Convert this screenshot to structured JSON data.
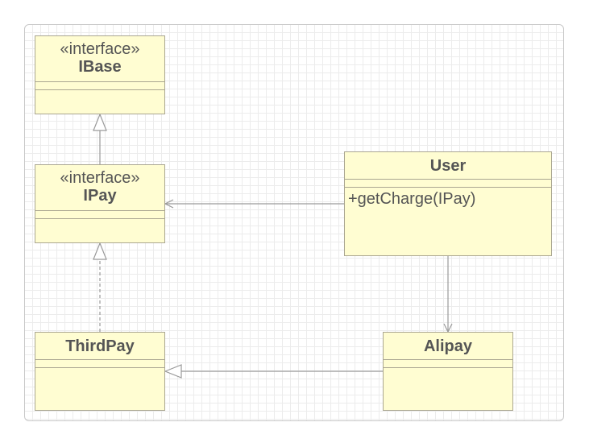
{
  "classes": {
    "ibase": {
      "stereotype": "«interface»",
      "name": "IBase"
    },
    "ipay": {
      "stereotype": "«interface»",
      "name": "IPay"
    },
    "user": {
      "name": "User",
      "methods": [
        "+getCharge(IPay)"
      ]
    },
    "thirdpay": {
      "name": "ThirdPay"
    },
    "alipay": {
      "name": "Alipay"
    }
  },
  "relations": [
    {
      "from": "ipay",
      "to": "ibase",
      "kind": "generalization"
    },
    {
      "from": "thirdpay",
      "to": "ipay",
      "kind": "realization"
    },
    {
      "from": "user",
      "to": "ipay",
      "kind": "association"
    },
    {
      "from": "user",
      "to": "alipay",
      "kind": "association"
    },
    {
      "from": "alipay",
      "to": "thirdpay",
      "kind": "generalization"
    }
  ],
  "colors": {
    "fill": "#fffdd2",
    "border": "#aaa691",
    "text": "#555555",
    "line": "#9a9a9a"
  }
}
